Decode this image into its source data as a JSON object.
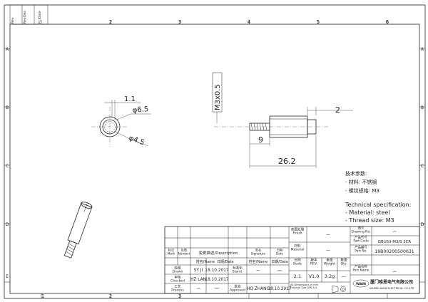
{
  "revision_block": {
    "col1": "Rev.",
    "col2": "Rev.Des.",
    "col3": "Ft./Date"
  },
  "grid": {
    "columns": [
      "1",
      "2",
      "3",
      "4",
      "5",
      "6"
    ],
    "rows": [
      "A",
      "B",
      "C",
      "D",
      "E"
    ]
  },
  "dimensions": {
    "wall": "1.1",
    "outer_dia": "φ6.5",
    "inner_dia": "φ4.5",
    "thread": "M3x0.5",
    "small_len": "2",
    "thread_len": "9",
    "total_len": "26.2"
  },
  "tech_spec_cn": {
    "title": "技术参数:",
    "material": "- 材料:  不锈钢",
    "thread": "- 螺纹规格:  M3"
  },
  "tech_spec_en": {
    "title": "Technical specification:",
    "material": "- Material:  steel",
    "thread": "- Thread size:  M3"
  },
  "title_block": {
    "mark_label": "标记\nMark",
    "number_label": "处数\nNumber",
    "change_label": "变更描述/Description",
    "signature_label": "签名\nSignature",
    "date_label": "日期\nDate",
    "name_label": "姓名/Name",
    "date2_label": "日期/Date",
    "drawn_label": "绘图\nDrawn",
    "checked_label": "审核\nChecked",
    "process_label": "工艺\nProcess",
    "stand_label": "标准化\nStand.",
    "approved_label": "批准\nApproved",
    "drawn_name": "SY  JI",
    "drawn_date": "18.10.2017",
    "checked_name": "HZ  LAN",
    "checked_date": "18.10.2017",
    "approved_name": "HQ  ZHANG",
    "approved_date": "18.10.2017",
    "dash": "—",
    "finish_label": "表面处理\nFinish",
    "material_label": "材料\nMaterial",
    "scale_label": "比例\nScale",
    "rev_label": "版本\nREV.",
    "weight_label": "重量\nWeight",
    "qty_label": "数量\nQty.",
    "scale_value": "2:1",
    "rev_value": "V1.0",
    "weight_value": "3.2g",
    "drawing_no_label": "图号\nDrawing No.",
    "part_code_label": "产品代号\nPart Code",
    "part_no_label": "产品编号\nPart No.",
    "part_name_label": "产品名称\nPart Name",
    "part_code": "GBUSII-M3/S  3CR",
    "part_no": "19B00200500031",
    "dimensions_note": "All Dimensions in mm\nOriginal Size DIN A 4",
    "company_cn": "厦门唯恩电气有限公司",
    "company_en": "XIAMEN WAIN ELECTRICAL CO.,LTD",
    "logo_text": "WAIN"
  }
}
